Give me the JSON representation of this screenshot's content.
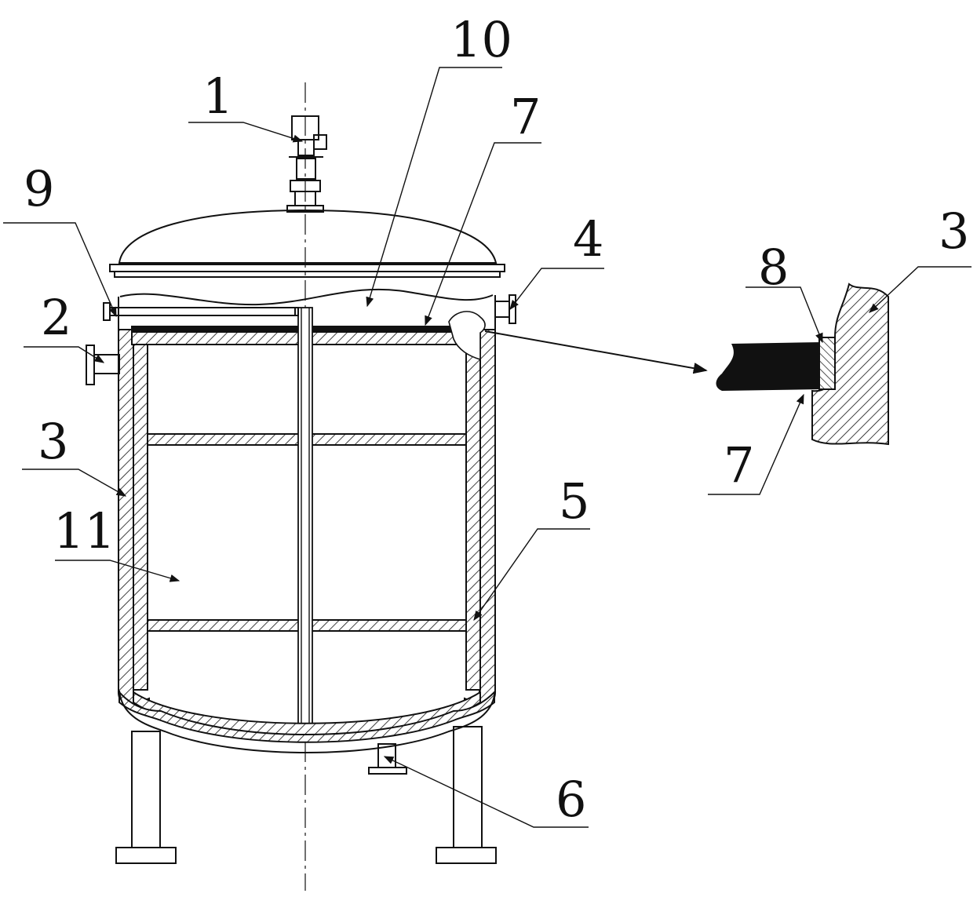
{
  "labels": {
    "motor": "1",
    "inlet": "2",
    "outer_shell": "3",
    "nozzle": "4",
    "inner_liner": "5",
    "outlet": "6",
    "seal_plate": "7",
    "seal_ring": "8",
    "pipe": "9",
    "upper_chamber": "10",
    "inner_chamber": "11",
    "detail_shell": "3",
    "detail_seal_ring": "8",
    "detail_seal_plate": "7"
  },
  "colors": {
    "line": "#111111",
    "background": "#ffffff"
  }
}
